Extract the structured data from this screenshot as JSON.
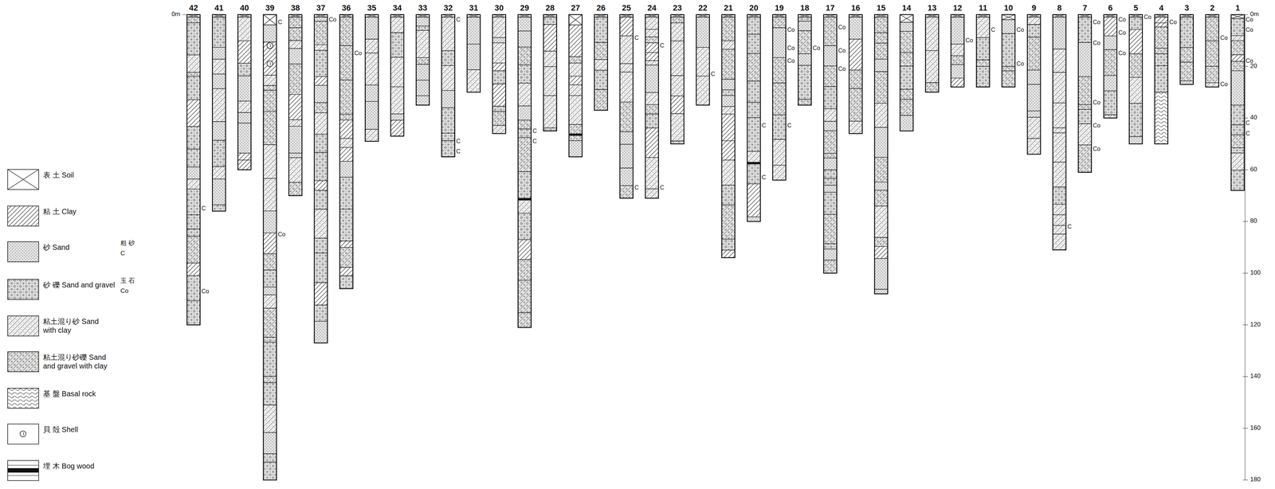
{
  "diagram": {
    "labels": [
      "42",
      "41",
      "40",
      "39",
      "38",
      "37",
      "36",
      "35",
      "34",
      "33",
      "32",
      "31",
      "30",
      "29",
      "28",
      "27",
      "26",
      "25",
      "24",
      "23",
      "22",
      "21",
      "20",
      "19",
      "18",
      "17",
      "16",
      "15",
      "14",
      "13",
      "12",
      "11",
      "10",
      "9",
      "8",
      "7",
      "6",
      "5",
      "4",
      "3",
      "2",
      "1",
      "0m",
      "0m",
      "20",
      "40",
      "60",
      "80",
      "100",
      "120",
      "140",
      "160",
      "180",
      "C",
      "Co",
      "C",
      "Co",
      "Co",
      "Co",
      "C",
      "C",
      "C",
      "C",
      "C",
      "C",
      "C",
      "C",
      "C",
      "C",
      "C",
      "C",
      "Co",
      "Co",
      "Co",
      "C",
      "Co",
      "Co",
      "Co",
      "Co",
      "Co",
      "C",
      "Co",
      "Co",
      "C",
      "Co",
      "Co",
      "Co",
      "Co",
      "Co",
      "Co",
      "Co",
      "Co",
      "Co",
      "Co",
      "Co",
      "Co",
      "Co",
      "Co",
      "Co",
      "C",
      "C",
      "粗 砂",
      "C",
      "玉 石",
      "Co"
    ],
    "legend": [
      {
        "text": "表 土 Soil"
      },
      {
        "text": "粘 土 Clay"
      },
      {
        "text": "砂 Sand"
      },
      {
        "text": "砂 礫 Sand and gravel"
      },
      {
        "text": "粘土混り砂 Sand with clay"
      },
      {
        "text": "粘土混り砂礫 Sand and gravel with clay"
      },
      {
        "text": "基 盤 Basal rock"
      },
      {
        "text": "貝 殻 Shell"
      },
      {
        "text": "埋 木 Bog wood"
      }
    ]
  }
}
